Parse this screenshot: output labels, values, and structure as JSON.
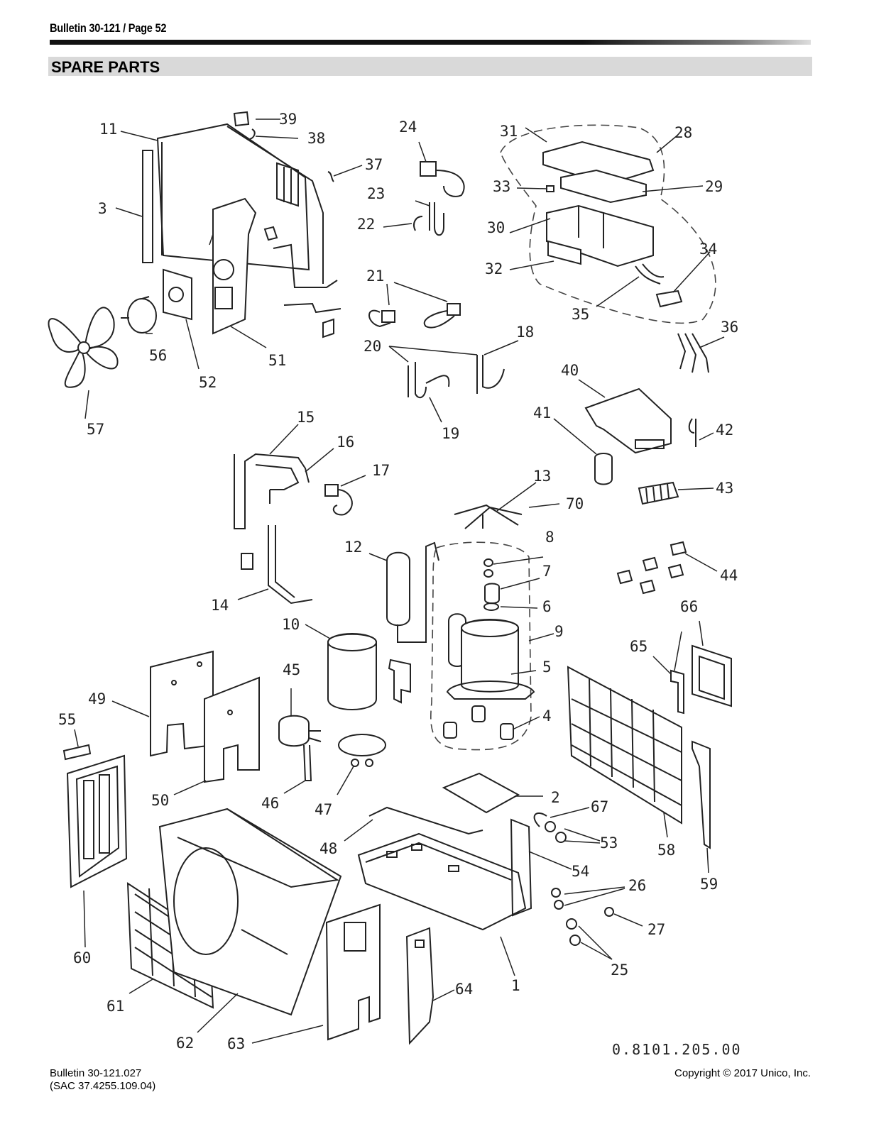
{
  "header": {
    "bulletin": "Bulletin 30-121 / Page 52"
  },
  "section": {
    "title": "SPARE PARTS"
  },
  "diagram": {
    "drawing_number": "0.8101.205.00",
    "part_labels": [
      "1",
      "2",
      "3",
      "4",
      "5",
      "6",
      "7",
      "8",
      "9",
      "10",
      "11",
      "12",
      "13",
      "14",
      "15",
      "16",
      "17",
      "18",
      "19",
      "20",
      "21",
      "22",
      "23",
      "24",
      "25",
      "26",
      "27",
      "28",
      "29",
      "30",
      "31",
      "32",
      "33",
      "34",
      "35",
      "36",
      "37",
      "38",
      "39",
      "40",
      "41",
      "42",
      "43",
      "44",
      "45",
      "46",
      "47",
      "48",
      "49",
      "50",
      "51",
      "52",
      "53",
      "54",
      "55",
      "56",
      "57",
      "58",
      "59",
      "60",
      "61",
      "62",
      "63",
      "64",
      "65",
      "66",
      "67",
      "70"
    ]
  },
  "footer": {
    "doc_number": "Bulletin 30-121.027",
    "sac_number": "(SAC 37.4255.109.04)",
    "copyright": "Copyright © 2017 Unico, Inc."
  }
}
